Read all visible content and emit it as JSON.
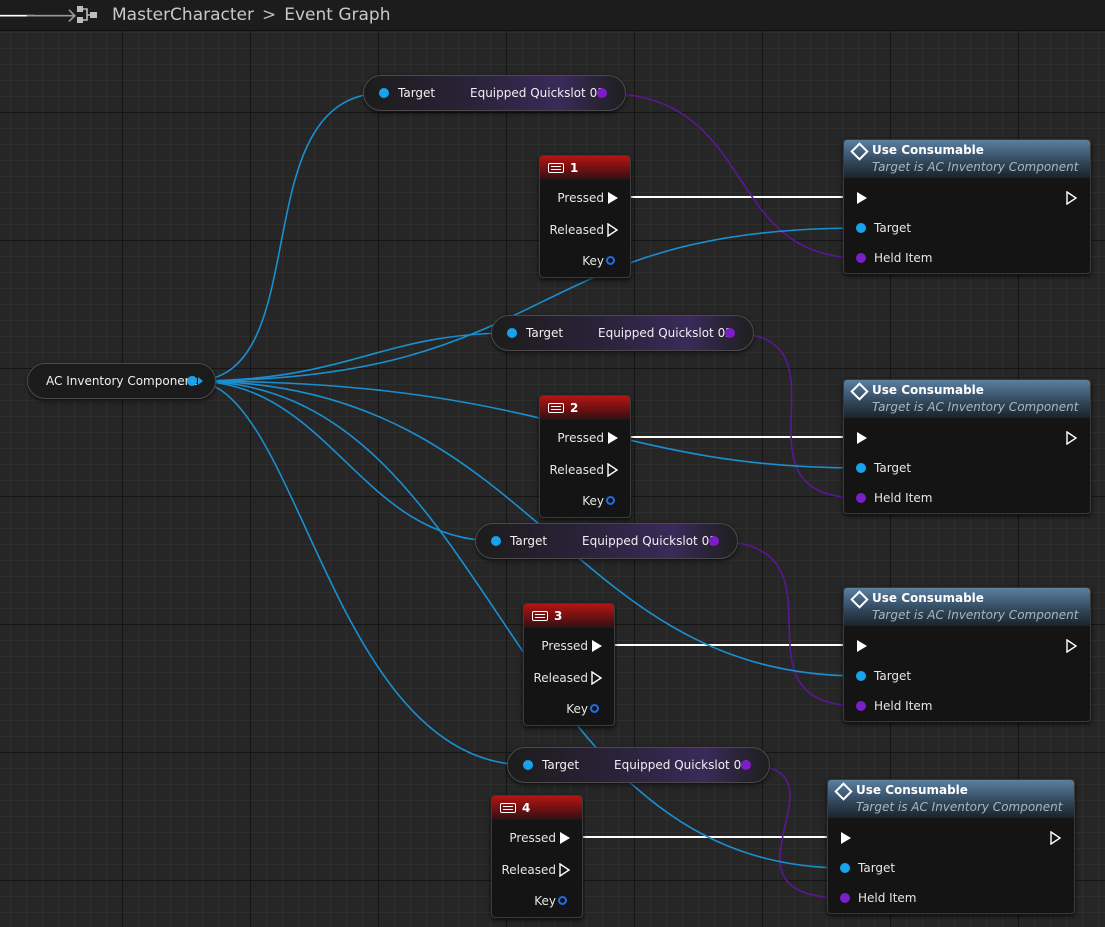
{
  "header": {
    "graph_icon": "blueprint-graph-icon",
    "breadcrumb": [
      "MasterCharacter",
      "Event Graph"
    ],
    "separator": ">"
  },
  "variable_node": {
    "label": "AC Inventory Component"
  },
  "getters": [
    {
      "target_label": "Target",
      "output_label": "Equipped Quickslot 01"
    },
    {
      "target_label": "Target",
      "output_label": "Equipped Quickslot 02"
    },
    {
      "target_label": "Target",
      "output_label": "Equipped Quickslot 03"
    },
    {
      "target_label": "Target",
      "output_label": "Equipped Quickslot 04"
    }
  ],
  "key_events": [
    {
      "key": "1",
      "pressed": "Pressed",
      "released": "Released",
      "key_pin": "Key"
    },
    {
      "key": "2",
      "pressed": "Pressed",
      "released": "Released",
      "key_pin": "Key"
    },
    {
      "key": "3",
      "pressed": "Pressed",
      "released": "Released",
      "key_pin": "Key"
    },
    {
      "key": "4",
      "pressed": "Pressed",
      "released": "Released",
      "key_pin": "Key"
    }
  ],
  "functions": [
    {
      "title": "Use Consumable",
      "subtitle": "Target is AC Inventory Component",
      "target": "Target",
      "held_item": "Held Item"
    },
    {
      "title": "Use Consumable",
      "subtitle": "Target is AC Inventory Component",
      "target": "Target",
      "held_item": "Held Item"
    },
    {
      "title": "Use Consumable",
      "subtitle": "Target is AC Inventory Component",
      "target": "Target",
      "held_item": "Held Item"
    },
    {
      "title": "Use Consumable",
      "subtitle": "Target is AC Inventory Component",
      "target": "Target",
      "held_item": "Held Item"
    }
  ],
  "colors": {
    "object_pin": "#17a4ee",
    "struct_pin": "#7b1ec9",
    "exec_wire": "#ffffff",
    "key_pin": "#1f6fe8",
    "key_event_header": "#b21616",
    "function_header": "#5a7fa0"
  }
}
